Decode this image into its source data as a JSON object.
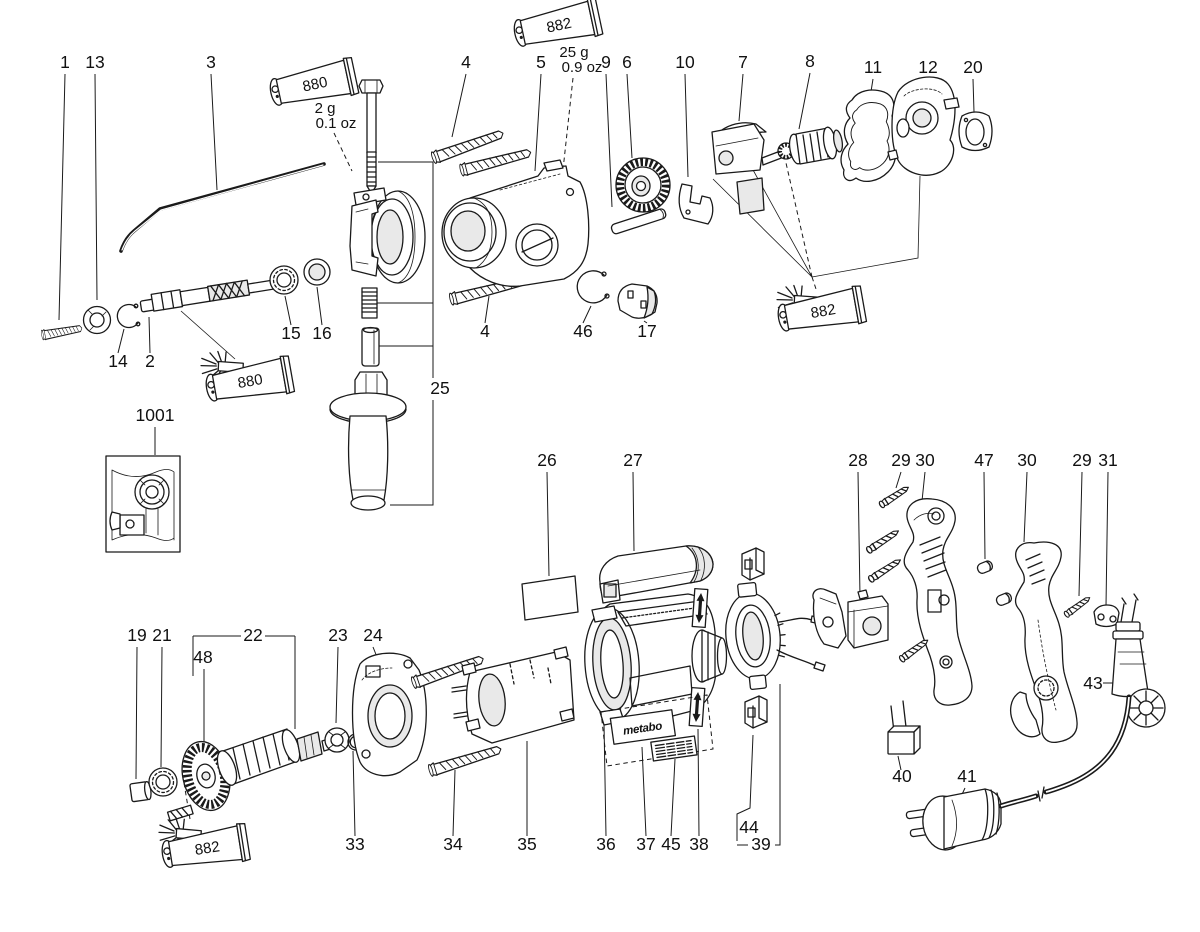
{
  "diagram": {
    "kind": "exploded-parts-diagram",
    "subject": "Metabo hammer drill spare parts",
    "background_color": "#ffffff",
    "line_color": "#1a1a1a"
  },
  "brand": {
    "logo_text": "metabo"
  },
  "lubricants": {
    "tube_880": "880",
    "tube_882": "882",
    "amount_880": "2 g",
    "amount_880_oz": "0.1 oz",
    "amount_882": "25 g",
    "amount_882_oz": "0.9 oz"
  },
  "callouts": {
    "p1": "1",
    "p2": "2",
    "p3": "3",
    "p4": "4",
    "p5": "5",
    "p6": "6",
    "p7": "7",
    "p8": "8",
    "p9": "9",
    "p10": "10",
    "p11": "11",
    "p12": "12",
    "p13": "13",
    "p14": "14",
    "p15": "15",
    "p16": "16",
    "p17": "17",
    "p19": "19",
    "p20": "20",
    "p21": "21",
    "p22": "22",
    "p23": "23",
    "p24": "24",
    "p25": "25",
    "p26": "26",
    "p27": "27",
    "p28": "28",
    "p29": "29",
    "p30": "30",
    "p31": "31",
    "p33": "33",
    "p34": "34",
    "p35": "35",
    "p36": "36",
    "p37": "37",
    "p38": "38",
    "p39": "39",
    "p40": "40",
    "p41": "41",
    "p43": "43",
    "p44": "44",
    "p45": "45",
    "p46": "46",
    "p47": "47",
    "p48": "48",
    "p1001": "1001"
  }
}
